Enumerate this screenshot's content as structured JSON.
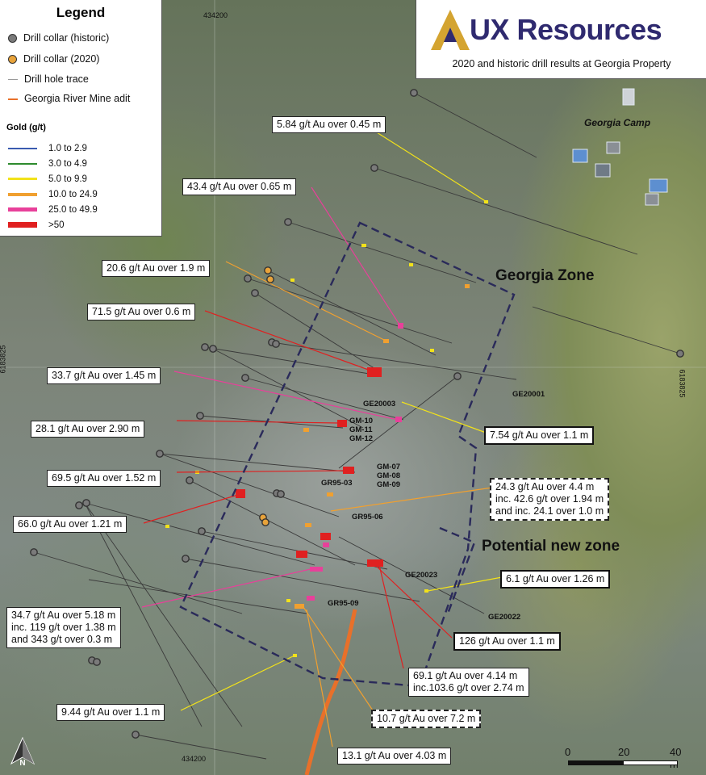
{
  "legend": {
    "title": "Legend",
    "items": [
      {
        "label": "Drill collar (historic)",
        "color": "#7a7a7a"
      },
      {
        "label": "Drill collar (2020)",
        "color": "#e8a33a"
      },
      {
        "label": "Drill hole trace",
        "color": "#9a9a9a"
      },
      {
        "label": "Georgia River Mine adit",
        "color": "#e8702a"
      }
    ],
    "gold_title": "Gold (g/t)",
    "gold_items": [
      {
        "label": "1.0 to 2.9",
        "color": "#3a5bb0"
      },
      {
        "label": "3.0 to 4.9",
        "color": "#2e8b2e"
      },
      {
        "label": "5.0 to 9.9",
        "color": "#f2e21a"
      },
      {
        "label": "10.0 to 24.9",
        "color": "#f0a030"
      },
      {
        "label": "25.0 to 49.9",
        "color": "#e8409a"
      },
      {
        "label": ">50",
        "color": "#e02020"
      }
    ]
  },
  "brand": {
    "logo_letter": "A",
    "name": "UX Resources",
    "subtitle": "2020 and historic drill results at Georgia Property"
  },
  "map": {
    "coord_top": "434200",
    "coord_bottom": "434200",
    "coord_left": "6183825",
    "coord_right": "6183825",
    "camp_label": "Georgia Camp",
    "zone_georgia": "Georgia Zone",
    "zone_potential": "Potential new zone",
    "north_letter": "N",
    "scale": {
      "l0": "0",
      "l1": "20",
      "l2": "40 m"
    }
  },
  "results": [
    "5.84 g/t Au over 0.45 m",
    "43.4 g/t Au over 0.65 m",
    "20.6 g/t Au over 1.9 m",
    "71.5 g/t Au over 0.6 m",
    "33.7 g/t Au over 1.45 m",
    "28.1 g/t Au over 2.90 m",
    "7.54 g/t Au over 1.1 m",
    "69.5 g/t Au over 1.52 m",
    "24.3 g/t Au over 4.4 m\ninc. 42.6 g/t over 1.94 m\nand inc. 24.1 over 1.0 m",
    "66.0 g/t Au over 1.21 m",
    "6.1 g/t Au over 1.26 m",
    "34.7 g/t Au over 5.18 m\ninc. 119 g/t over 1.38 m\nand 343 g/t over 0.3 m",
    "126 g/t Au over 1.1 m",
    "69.1 g/t Au over 4.14 m\ninc.103.6 g/t over 2.74 m",
    "9.44 g/t Au over 1.1 m",
    "10.7 g/t Au over 7.2 m",
    "13.1 g/t Au over 4.03 m"
  ],
  "hole_ids": [
    "GE20001",
    "GE20003",
    "GM-10\nGM-11\nGM-12",
    "GM-07\nGM-08\nGM-09",
    "GR95-03",
    "GR95-06",
    "GE20023",
    "GE20022",
    "GR95-09"
  ]
}
